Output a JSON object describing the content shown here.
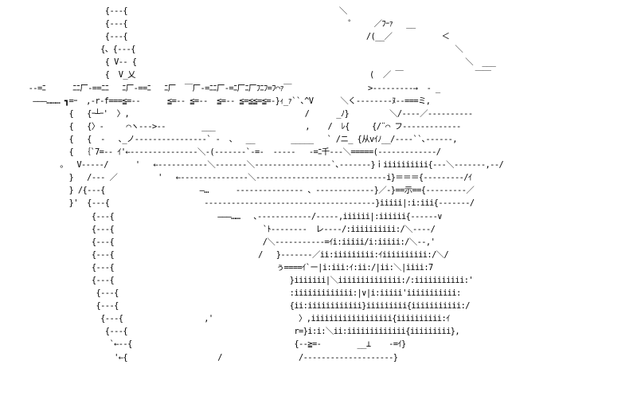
{
  "art": {
    "lines": [
      "                  {---{                                               ＼",
      "                  {---{                                                 ゜    ／ﾌｰｧ   __",
      "                  {---{                                                     /(__／           ＜",
      "                 {、{---{                                                                       ＼",
      "                  { V-- {                                                                         ＼  ___",
      "                  {  V_乂                                                    (  ／ ￣                ￣￣",
      " --=ﾆ      ﾆﾆ厂-==ﾆﾆ   ﾆ厂-==ﾆ   ﾆ厂  ￣厂-=ﾆﾆ厂-=ﾆ厂ﾆ厂ﾌﾆﾌ=ﾌ⌒ｧ￣                 >---------→  - _",
      "  ―――……… ┓=ｰ  ,-r-f===≦=--      ≦=-- ≦=--  ≦=-- ≦=≦≦=≦=-}ｨ_ｧ``､^V      ＼く--------ﾇ--===ミ,",
      "          {   {ｰ┴ｰ'  〉,                                       /      _ﾉ}         ＼/----／----------",
      "          {   {〉-     ⌒ヽ--->--        ___                    ,    /  ﾚ{     {/¨⌒ フ-------------",
      "          {   {  -   ､_ノ----------------` -  、  __        _____   ` /ニ_ {从vｲﾉ__/----``､------,",
      "          {  ｛`7=-- ｲ'←---------------＼-(-------`-=-  -----   -=ﾆ千---＼=====(-------------/",
      "        。  V-----/      '   ←-----------＼-------＼-----------------`､-------}ｉiiiiiiiiii{---＼-------,--/",
      "          }   /--- ／         '   ←---------------＼-----------------------------i}＝＝＝{---------/ｲ",
      "          } /{---{                     ―…      --------------- 、-------------}／-}==示=={---------／",
      "          }'  {---{                     --------------------------------------}iiiii|:i:iii{-------/",
      "               {---{                       ―――……   ､------------/-----,iiiiii|:iiiiii{------∨",
      "               {---{                                 `ﾄ--------  レ----/:iiiiiiiiii:/＼----/",
      "               {---{                                 /＼-----------=ｲi:iiiii/i:iiiii:/＼--,'",
      "               {---{                                /   }-------／ii:iiiiiiiii:ｲiiiiiiiiii:/＼/",
      "               {---{                                    ぅ====ｲ`ー|i:iii:ｲ:ii:/|ii:＼|iiii:7",
      "               {---{                                       }iiiiiii|＼iiiiiiiiiiiiii:/:iiiiiiiiiii:'",
      "                {---{                                      :iiiiiiiiiiiii:|∨|i:iiiii'iiiiiiiiiii:",
      "                {---{                                      {ii:iiiiiiiiiiii}iiiiiiiii{iiiiiiiiiii:/",
      "                 {---{                  ,'                   〉,iiiiiiiiiiiiiiiiii{iiiiiiiiii:ｲ",
      "                  {---{                                     r=}i:i:＼ii:iiiiiiiiiiiii{iiiiiiiii},",
      "                   `←--{                                    {--≧=-        __⊥    -=ｲ}",
      "                    '←{                    /                 /--------------------}"
    ]
  }
}
